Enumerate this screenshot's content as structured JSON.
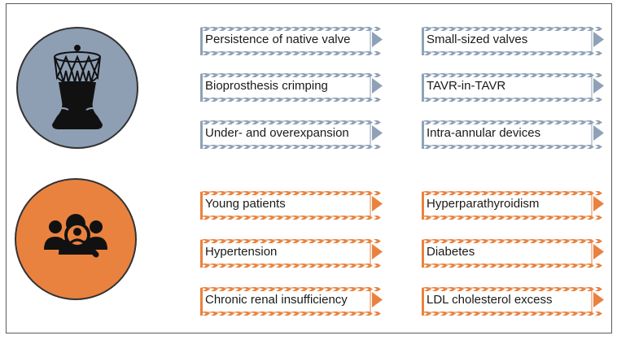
{
  "colors": {
    "blue_group": "#8fa1b6",
    "orange_group": "#e9823f",
    "circle_top": "#8e9fb4",
    "circle_bottom": "#e9823f"
  },
  "icons": {
    "top": "tavr-valve-icon",
    "bottom": "patient-search-icon"
  },
  "top_group": {
    "left_column": [
      "Persistence of native valve",
      "Bioprosthesis crimping",
      "Under- and overexpansion"
    ],
    "right_column": [
      "Small-sized valves",
      "TAVR-in-TAVR",
      "Intra-annular devices"
    ]
  },
  "bottom_group": {
    "left_column": [
      "Young patients",
      "Hypertension",
      "Chronic renal insufficiency"
    ],
    "right_column": [
      "Hyperparathyroidism",
      "Diabetes",
      "LDL cholesterol excess"
    ]
  }
}
